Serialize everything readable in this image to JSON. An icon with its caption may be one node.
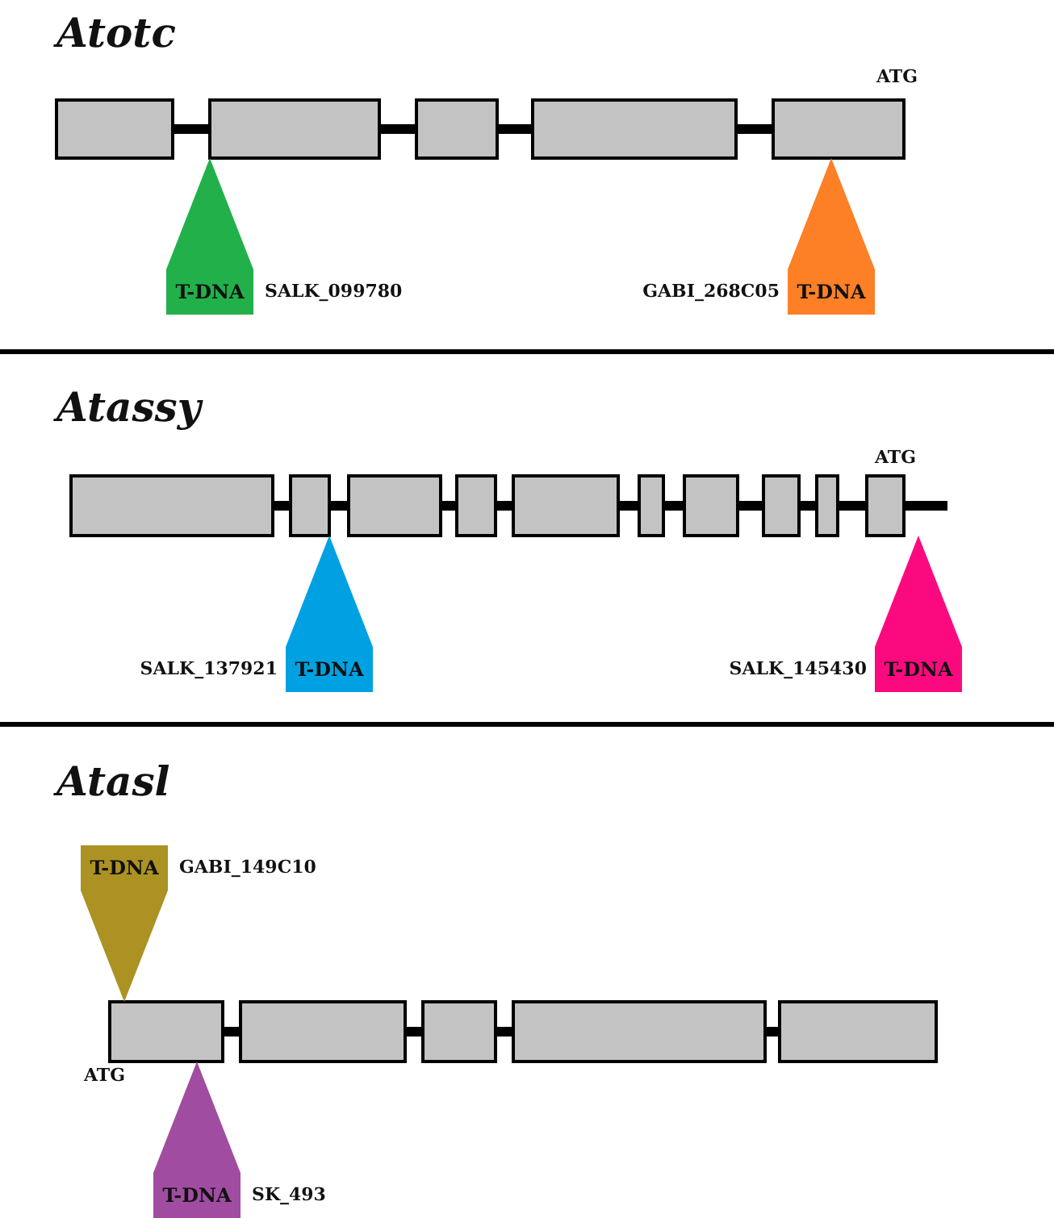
{
  "diagram": {
    "nodes": [
      {
        "text": [
          "T-DNA"
        ],
        "beside": [
          "SALK_099780"
        ]
      },
      {
        "text": [
          "T-DNA"
        ],
        "beside": [
          "GABI_268C05"
        ]
      },
      {
        "text": [
          "T-DNA"
        ],
        "beside": [
          "SALK_137921"
        ]
      },
      {
        "text": [
          "T-DNA"
        ],
        "beside": [
          "SALK_145430"
        ]
      },
      {
        "text": [
          "T-DNA"
        ],
        "beside": [
          "GABI_149C10"
        ]
      },
      {
        "text": [
          "T-DNA"
        ],
        "beside": [
          "SK_493"
        ]
      }
    ],
    "labels": [
      "Atotc",
      "ATG",
      "Atassy",
      "ATG",
      "Atasl",
      "ATG"
    ]
  }
}
